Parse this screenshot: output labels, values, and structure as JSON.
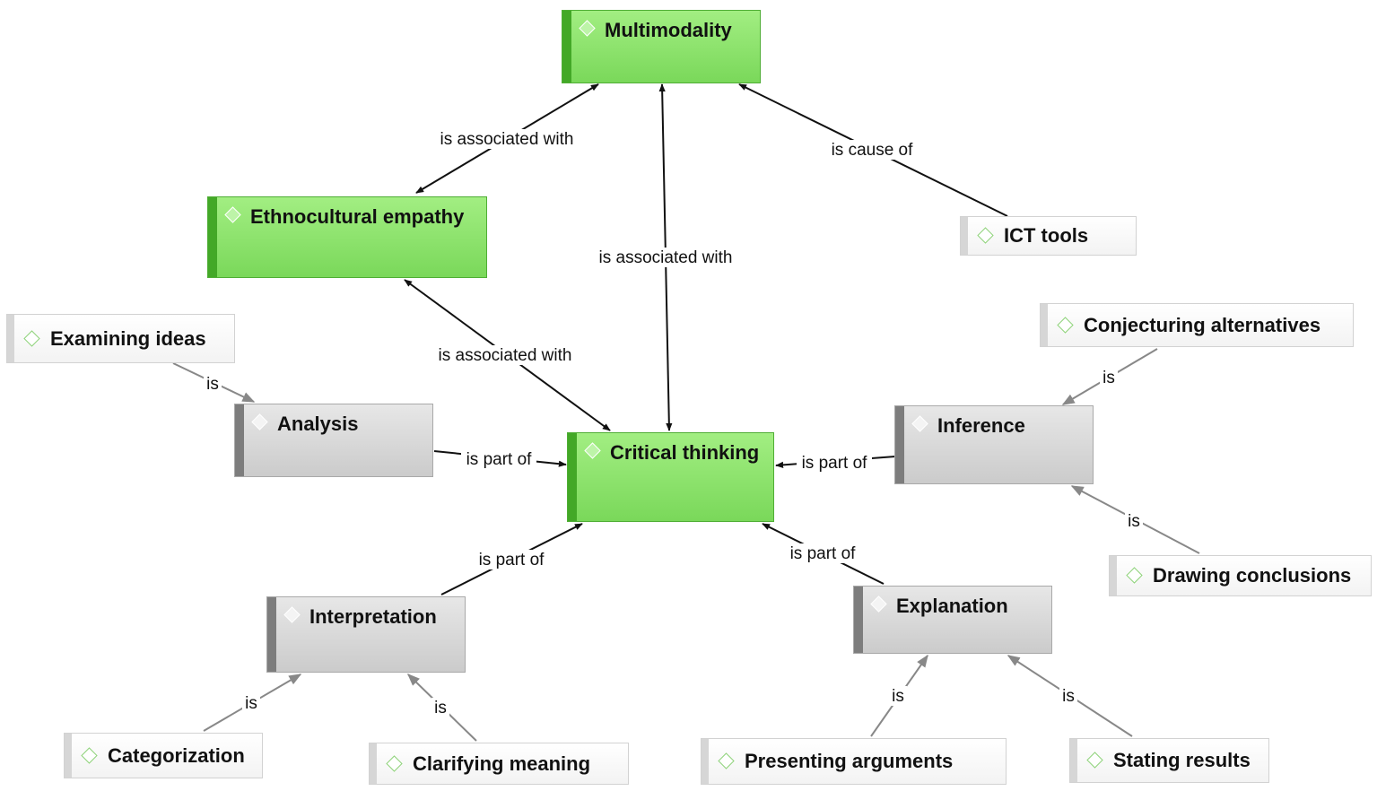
{
  "nodes": {
    "multimodality": "Multimodality",
    "ethnocultural_empathy": "Ethnocultural empathy",
    "ict_tools": "ICT tools",
    "examining_ideas": "Examining ideas",
    "analysis": "Analysis",
    "critical_thinking": "Critical thinking",
    "conjecturing_alternatives": "Conjecturing alternatives",
    "inference": "Inference",
    "drawing_conclusions": "Drawing conclusions",
    "interpretation": "Interpretation",
    "explanation": "Explanation",
    "categorization": "Categorization",
    "clarifying_meaning": "Clarifying meaning",
    "presenting_arguments": "Presenting arguments",
    "stating_results": "Stating results"
  },
  "links": [
    {
      "from": "ethnocultural_empathy",
      "to": "multimodality",
      "label": "is associated with",
      "style": "bidirectional"
    },
    {
      "from": "critical_thinking",
      "to": "multimodality",
      "label": "is associated with",
      "style": "bidirectional"
    },
    {
      "from": "ict_tools",
      "to": "multimodality",
      "label": "is cause of",
      "style": "directed"
    },
    {
      "from": "ethnocultural_empathy",
      "to": "critical_thinking",
      "label": "is associated with",
      "style": "bidirectional"
    },
    {
      "from": "examining_ideas",
      "to": "analysis",
      "label": "is",
      "style": "directed-gray"
    },
    {
      "from": "analysis",
      "to": "critical_thinking",
      "label": "is part of",
      "style": "directed"
    },
    {
      "from": "inference",
      "to": "critical_thinking",
      "label": "is part of",
      "style": "directed"
    },
    {
      "from": "conjecturing_alternatives",
      "to": "inference",
      "label": "is",
      "style": "directed-gray"
    },
    {
      "from": "drawing_conclusions",
      "to": "inference",
      "label": "is",
      "style": "directed-gray"
    },
    {
      "from": "interpretation",
      "to": "critical_thinking",
      "label": "is part of",
      "style": "directed"
    },
    {
      "from": "explanation",
      "to": "critical_thinking",
      "label": "is part of",
      "style": "directed"
    },
    {
      "from": "categorization",
      "to": "interpretation",
      "label": "is",
      "style": "directed-gray"
    },
    {
      "from": "clarifying_meaning",
      "to": "interpretation",
      "label": "is",
      "style": "directed-gray"
    },
    {
      "from": "presenting_arguments",
      "to": "explanation",
      "label": "is",
      "style": "directed-gray"
    },
    {
      "from": "stating_results",
      "to": "explanation",
      "label": "is",
      "style": "directed-gray"
    }
  ],
  "colors": {
    "code_fill": "#8ee46c",
    "code_bar": "#43a827",
    "category_fill": "#d8d8d8",
    "category_bar": "#7d7d7d",
    "leaf_fill": "#f8f8f8",
    "arrow_black": "#111111",
    "arrow_gray": "#888888"
  },
  "icons": {
    "node_marker": "diamond-icon"
  }
}
